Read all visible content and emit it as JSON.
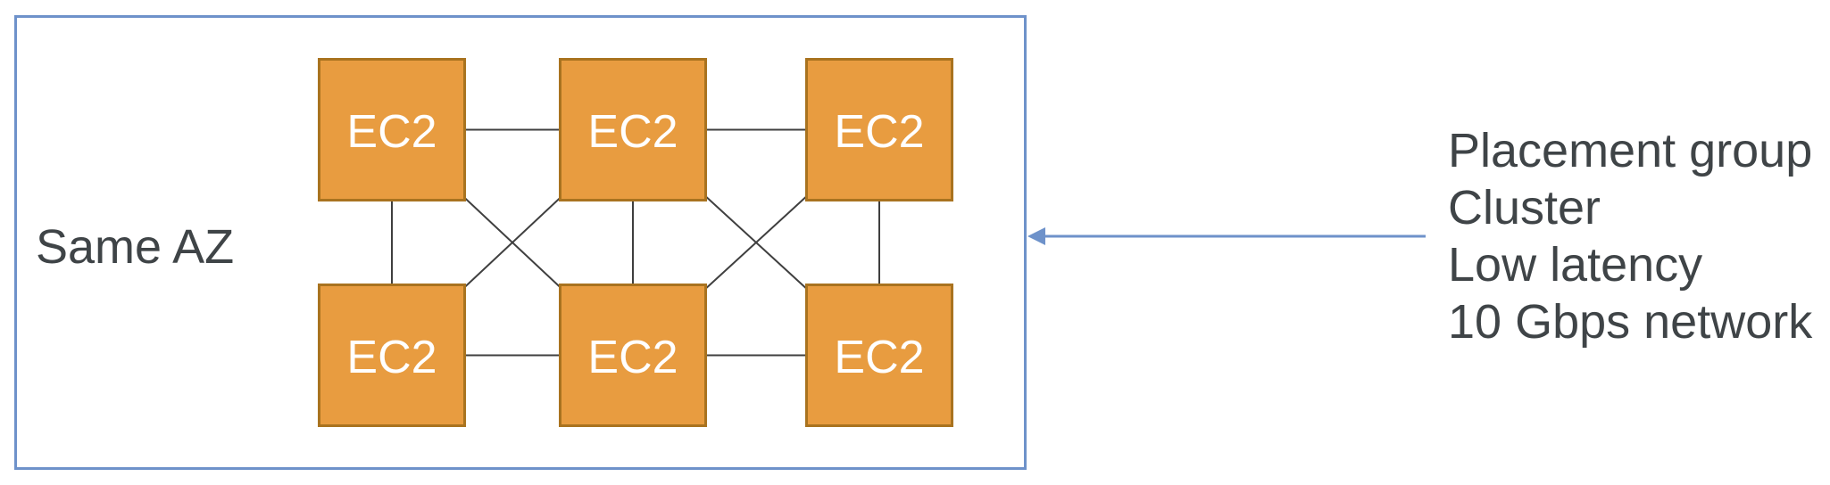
{
  "diagram": {
    "container_label": "Same AZ",
    "nodes": [
      {
        "label": "EC2"
      },
      {
        "label": "EC2"
      },
      {
        "label": "EC2"
      },
      {
        "label": "EC2"
      },
      {
        "label": "EC2"
      },
      {
        "label": "EC2"
      }
    ],
    "connections": [
      [
        0,
        1
      ],
      [
        1,
        2
      ],
      [
        3,
        4
      ],
      [
        4,
        5
      ],
      [
        0,
        3
      ],
      [
        1,
        4
      ],
      [
        2,
        5
      ],
      [
        0,
        4
      ],
      [
        1,
        3
      ],
      [
        1,
        5
      ],
      [
        2,
        4
      ]
    ],
    "annotation": {
      "lines": [
        "Placement group",
        "Cluster",
        "Low latency",
        "10 Gbps network"
      ]
    },
    "colors": {
      "container_border": "#6E92CA",
      "arrow": "#6E92CA",
      "node_fill": "#E89C40",
      "node_border": "#A9731F",
      "node_text": "#FFFFFF",
      "connector": "#3F3F3F",
      "label_text": "#3F4447"
    }
  }
}
